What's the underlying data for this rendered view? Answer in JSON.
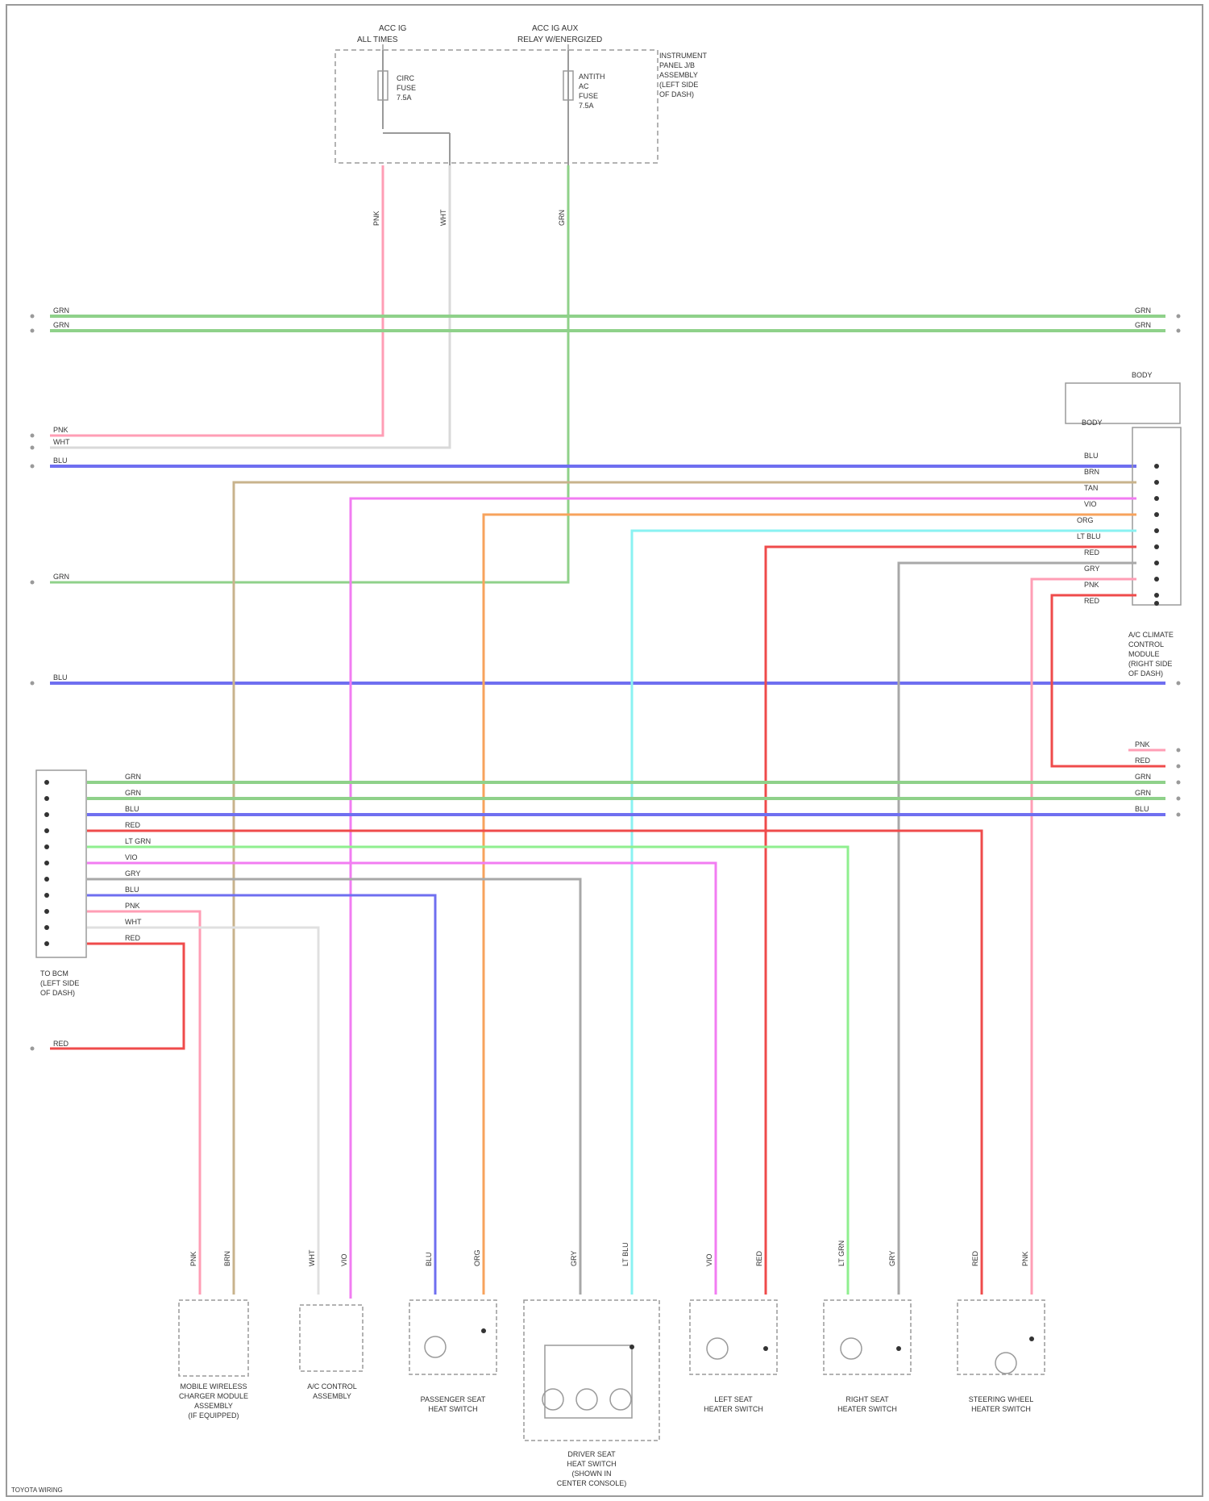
{
  "fuse_box": {
    "header_left": "ACC IG",
    "header_left_sub": "ALL TIMES",
    "header_right": "ACC IG AUX",
    "header_right_sub": "RELAY W/ENERGIZED",
    "fuse_a_lines": [
      "CIRC",
      "FUSE",
      "7.5A"
    ],
    "fuse_b_lines": [
      "ANTITH",
      "AC",
      "FUSE",
      "7.5A"
    ],
    "side_label": [
      "INSTRUMENT",
      "PANEL J/B",
      "ASSEMBLY",
      "(LEFT SIDE",
      "OF DASH)"
    ],
    "wire_a": "PNK",
    "wire_b": "WHT",
    "wire_c": "GRN"
  },
  "bus_wires": [
    {
      "label": "GRN",
      "color": "#8fd18a"
    },
    {
      "label": "GRN",
      "color": "#8fd18a"
    },
    {
      "label": "PNK",
      "color": "#ff9eb5"
    },
    {
      "label": "WHT",
      "color": "#d9d9d9"
    },
    {
      "label": "BLU",
      "color": "#6f6ff0"
    },
    {
      "label": "GRN",
      "color": "#8fd18a"
    },
    {
      "label": "BLU",
      "color": "#6f6ff0"
    },
    {
      "label": "RED",
      "color": "#ef4b4b"
    }
  ],
  "right_connector": {
    "header": "BODY",
    "sub": "BODY",
    "pins": [
      "BLU",
      "BRN",
      "TAN",
      "VIO",
      "ORG",
      "LT BLU",
      "RED",
      "GRY",
      "PNK",
      "RED"
    ],
    "label": [
      "A/C CLIMATE",
      "CONTROL",
      "MODULE",
      "(RIGHT SIDE",
      "OF DASH)"
    ]
  },
  "left_connector": {
    "pins": [
      "GRN",
      "GRN",
      "BLU",
      "RED",
      "LT GRN",
      "VIO",
      "GRY",
      "BLU",
      "PNK",
      "WHT",
      "RED"
    ],
    "label": [
      "TO BCM",
      "(LEFT SIDE",
      "OF DASH)"
    ]
  },
  "right_edge_labels": [
    "GRN",
    "GRN",
    "PNK",
    "RED",
    "GRN",
    "GRN",
    "BLU"
  ],
  "components": [
    {
      "label": [
        "MOBILE WIRELESS",
        "CHARGER MODULE",
        "ASSEMBLY",
        "(IF EQUIPPED)"
      ],
      "wires": [
        "PNK",
        "BRN"
      ]
    },
    {
      "label": [
        "A/C CONTROL",
        "ASSEMBLY"
      ],
      "wires": [
        "WHT",
        "VIO"
      ]
    },
    {
      "label": [
        "PASSENGER SEAT",
        "HEAT SWITCH"
      ],
      "wires": [
        "BLU",
        "ORG"
      ]
    },
    {
      "label": [
        "DRIVER SEAT",
        "HEAT SWITCH",
        "(SHOWN IN",
        "CENTER CONSOLE)"
      ],
      "wires": [
        "GRY",
        "LT BLU"
      ]
    },
    {
      "label": [
        "LEFT SEAT",
        "HEATER SWITCH"
      ],
      "wires": [
        "VIO",
        "RED"
      ]
    },
    {
      "label": [
        "RIGHT SEAT",
        "HEATER SWITCH"
      ],
      "wires": [
        "LT GRN",
        "GRY"
      ]
    },
    {
      "label": [
        "STEERING WHEEL",
        "HEATER SWITCH"
      ],
      "wires": [
        "RED",
        "PNK"
      ]
    }
  ],
  "footer": "TOYOTA WIRING"
}
